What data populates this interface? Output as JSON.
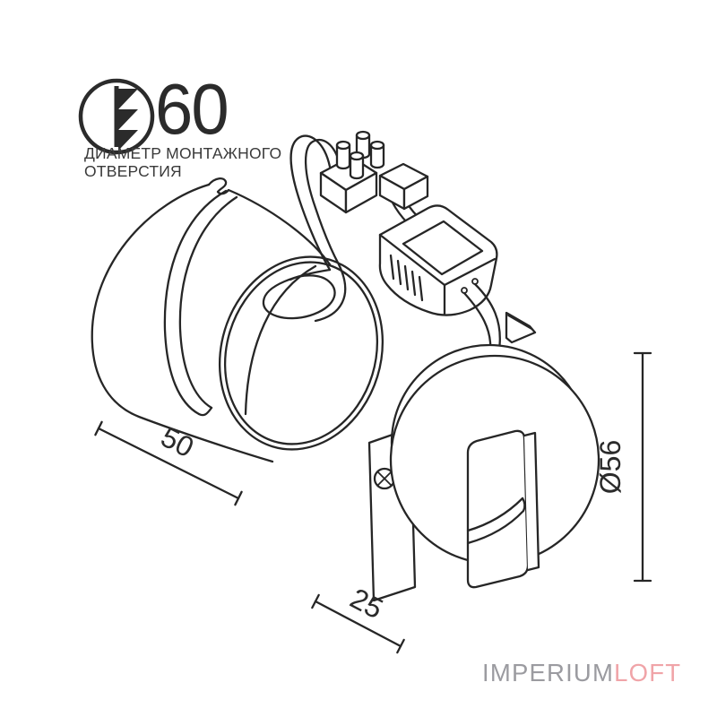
{
  "spec_callout": {
    "icon": "mounting-hole-diameter-icon",
    "value": "60",
    "caption_line1": "ДИАМЕТР МОНТАЖНОГО",
    "caption_line2": "ОТВЕРСТИЯ"
  },
  "dimensions": {
    "body_depth": "50",
    "front_depth": "25",
    "diameter": "Ø56"
  },
  "watermark": {
    "brand_primary": "IMPERIUM",
    "brand_accent": "LOFT",
    "primary_color": "#9b9ba0",
    "accent_color": "#f0a4a8"
  },
  "drawing": {
    "line_color": "#262626"
  }
}
